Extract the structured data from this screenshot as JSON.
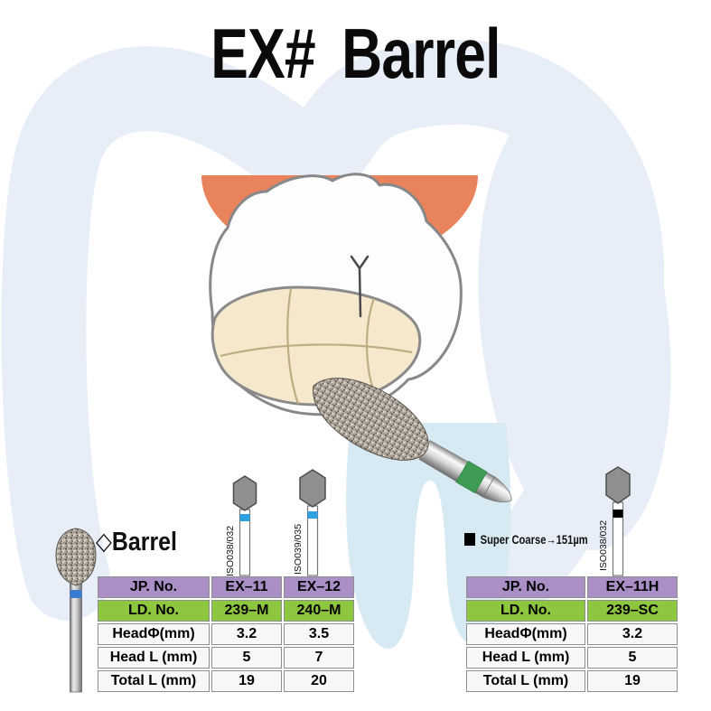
{
  "title": "EX# Barrel",
  "shape_label": {
    "symbol": "◇",
    "text": "Barrel"
  },
  "grit_note": {
    "symbol": "■",
    "text": "Super Coarse→151µm"
  },
  "burs_small": [
    {
      "iso": "ISO038/032",
      "band": "blue"
    },
    {
      "iso": "ISO039/035",
      "band": "blue"
    },
    {
      "iso": "ISO038/032",
      "band": "black"
    }
  ],
  "tables": {
    "left": {
      "rows": [
        {
          "type": "purple",
          "cells": [
            "JP. No.",
            "EX–11",
            "EX–12"
          ]
        },
        {
          "type": "green",
          "cells": [
            "LD. No.",
            "239–M",
            "240–M"
          ]
        },
        {
          "type": "white",
          "cells": [
            "HeadΦ(mm)",
            "3.2",
            "3.5"
          ]
        },
        {
          "type": "white",
          "cells": [
            "Head L (mm)",
            "5",
            "7"
          ]
        },
        {
          "type": "white",
          "cells": [
            "Total L (mm)",
            "19",
            "20"
          ]
        }
      ]
    },
    "right": {
      "rows": [
        {
          "type": "purple",
          "cells": [
            "JP. No.",
            "EX–11H"
          ]
        },
        {
          "type": "green",
          "cells": [
            "LD. No.",
            "239–SC"
          ]
        },
        {
          "type": "white",
          "cells": [
            "HeadΦ(mm)",
            "3.2"
          ]
        },
        {
          "type": "white",
          "cells": [
            "Head L (mm)",
            "5"
          ]
        },
        {
          "type": "white",
          "cells": [
            "Total L (mm)",
            "19"
          ]
        }
      ]
    }
  },
  "colors": {
    "header_purple": "#a98fc6",
    "header_green": "#8dc63f",
    "gum_orange": "#e8835c",
    "dentin_cream": "#f5e8cc",
    "watermark_blue": "#e7eef7",
    "root_blue": "#d7e9f3",
    "band_blue": "#3a7bd0",
    "band_green": "#3f9c55",
    "band_black": "#000000"
  }
}
